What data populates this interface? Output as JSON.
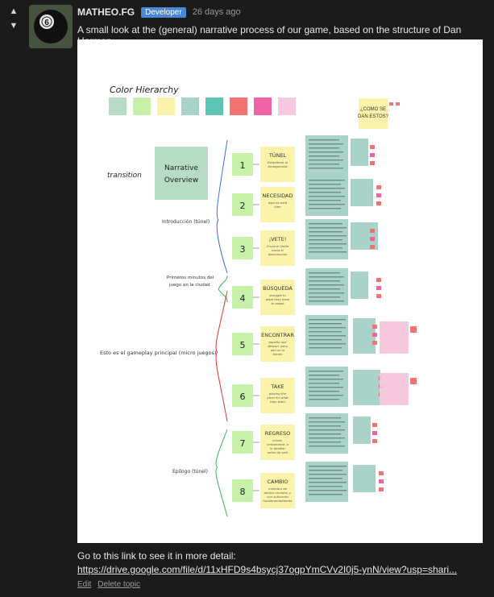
{
  "post": {
    "username": "MATHEO.FG",
    "badge": "Developer",
    "time": "26 days ago",
    "description": "A small look at the (general) narrative process of our game, based on the structure of Dan Harmon.",
    "link_intro": "Go to this link to see it in more detail:",
    "link_text": "https://drive.google.com/file/d/11xHFD9s4bsycj37ogpYmCVv2I0j5-ynN/view?usp=shari...",
    "edit_label": "Edit",
    "delete_label": "Delete topic"
  },
  "avatar": {
    "ball_number": "6"
  },
  "diagram": {
    "color_hierarchy_title": "Color Hierarchy",
    "swatches": [
      "#b7dcc5",
      "#c7f0a8",
      "#fbf3a9",
      "#a9d2c9",
      "#5cc4b2",
      "#f27171",
      "#ef63a6",
      "#f6c8dd"
    ],
    "question_note": "¿COMO SE DAN ESTOS?",
    "overview_title": "Narrative Overview",
    "transition_label": "transition",
    "section_labels": [
      "Introducción (túnel)",
      "Primeros minutos del juego en la ciudad",
      "Esto es el gameplay principal (micro juegos)",
      "Epílogo (túnel)"
    ],
    "steps": [
      {
        "num": "1",
        "title": "TÚNEL",
        "sub": "Estableces al protagonista"
      },
      {
        "num": "2",
        "title": "NECESIDAD",
        "sub": "algo no está bien"
      },
      {
        "num": "3",
        "title": "¡VETE!",
        "sub": "Cruza el límite hacia lo desconocido"
      },
      {
        "num": "4",
        "title": "BÚSQUEDA",
        "sub": "struggle to what they have to adapt"
      },
      {
        "num": "5",
        "title": "ENCONTRAR",
        "sub": "aquello que desean, pero aún no lo tienen"
      },
      {
        "num": "6",
        "title": "TAKE",
        "sub": "playing the price for what they want"
      },
      {
        "num": "7",
        "title": "REGRESO",
        "sub": "volver, lentamente, a lo familiar antes de salir de lo informal"
      },
      {
        "num": "8",
        "title": "CAMBIO",
        "sub": "miembro de ambos mundos, y con suficiente fundamentalmente"
      }
    ]
  }
}
